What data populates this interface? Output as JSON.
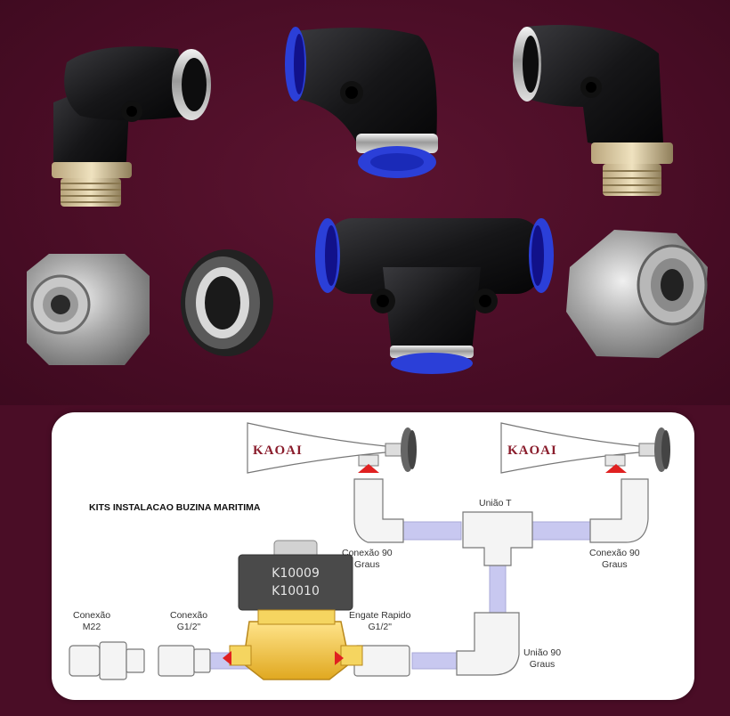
{
  "diagram": {
    "title": "KITS INSTALACAO BUZINA MARITIMA",
    "logo_left": "KAOAI",
    "logo_right": "KAOAI",
    "part_line1": "K10009",
    "part_line2": "K10010",
    "labels": {
      "uniao_t": "União T",
      "conexao90_left_1": "Conexão 90",
      "conexao90_left_2": "Graus",
      "conexao90_right_1": "Conexão 90",
      "conexao90_right_2": "Graus",
      "conexao_m22_1": "Conexão",
      "conexao_m22_2": "M22",
      "conexao_g12_1": "Conexão",
      "conexao_g12_2": "G1/2\"",
      "engate_1": "Engate Rapido",
      "engate_2": "G1/2\"",
      "uniao90_1": "União 90",
      "uniao90_2": "Graus"
    }
  },
  "colors": {
    "background": "#4a0d26",
    "fitting_body": "#1c1c1e",
    "collet_blue": "#2b3fd8",
    "tube": "#c8c8f0",
    "valve_brass": "#f2c230",
    "arrow_red": "#e02020"
  }
}
